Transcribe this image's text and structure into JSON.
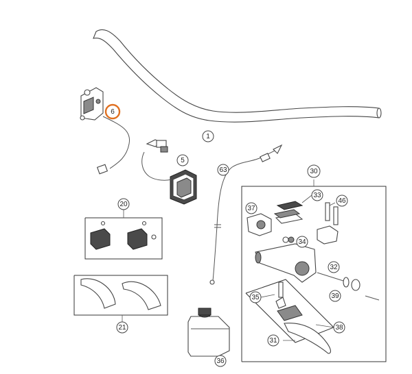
{
  "callouts": [
    {
      "id": "6",
      "label": "6",
      "highlight": true
    },
    {
      "id": "1",
      "label": "1"
    },
    {
      "id": "5",
      "label": "5"
    },
    {
      "id": "63",
      "label": "63"
    },
    {
      "id": "30",
      "label": "30"
    },
    {
      "id": "33",
      "label": "33"
    },
    {
      "id": "37",
      "label": "37"
    },
    {
      "id": "46",
      "label": "46"
    },
    {
      "id": "34",
      "label": "34"
    },
    {
      "id": "20",
      "label": "20"
    },
    {
      "id": "32",
      "label": "32"
    },
    {
      "id": "39",
      "label": "39"
    },
    {
      "id": "35",
      "label": "35"
    },
    {
      "id": "38",
      "label": "38"
    },
    {
      "id": "31",
      "label": "31"
    },
    {
      "id": "21",
      "label": "21"
    },
    {
      "id": "36",
      "label": "36"
    }
  ],
  "colors": {
    "highlight": "#e07020",
    "line": "#444444",
    "background": "#ffffff"
  }
}
